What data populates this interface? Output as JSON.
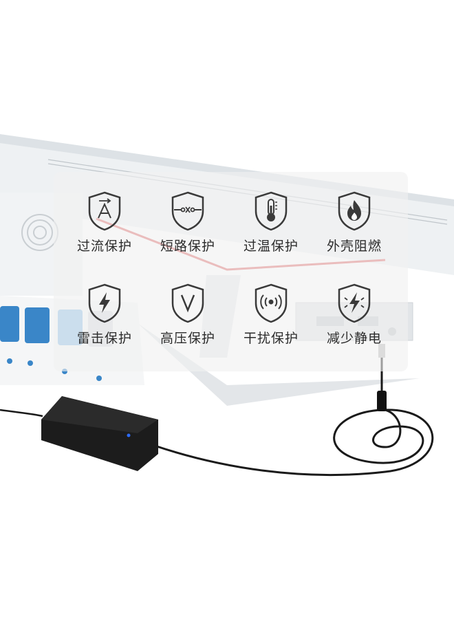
{
  "features": [
    {
      "label": "过流保护",
      "icon": "ampere-shield-icon"
    },
    {
      "label": "短路保护",
      "icon": "short-circuit-shield-icon"
    },
    {
      "label": "过温保护",
      "icon": "thermometer-shield-icon"
    },
    {
      "label": "外壳阻燃",
      "icon": "flame-shield-icon"
    },
    {
      "label": "雷击保护",
      "icon": "lightning-shield-icon"
    },
    {
      "label": "高压保护",
      "icon": "voltage-shield-icon"
    },
    {
      "label": "干扰保护",
      "icon": "wireless-shield-icon"
    },
    {
      "label": "减少静电",
      "icon": "static-shield-icon"
    }
  ],
  "colors": {
    "icon_stroke": "#3a3a3a",
    "accent_line": "#e06a6a",
    "socket_blue": "#3a86c8"
  }
}
